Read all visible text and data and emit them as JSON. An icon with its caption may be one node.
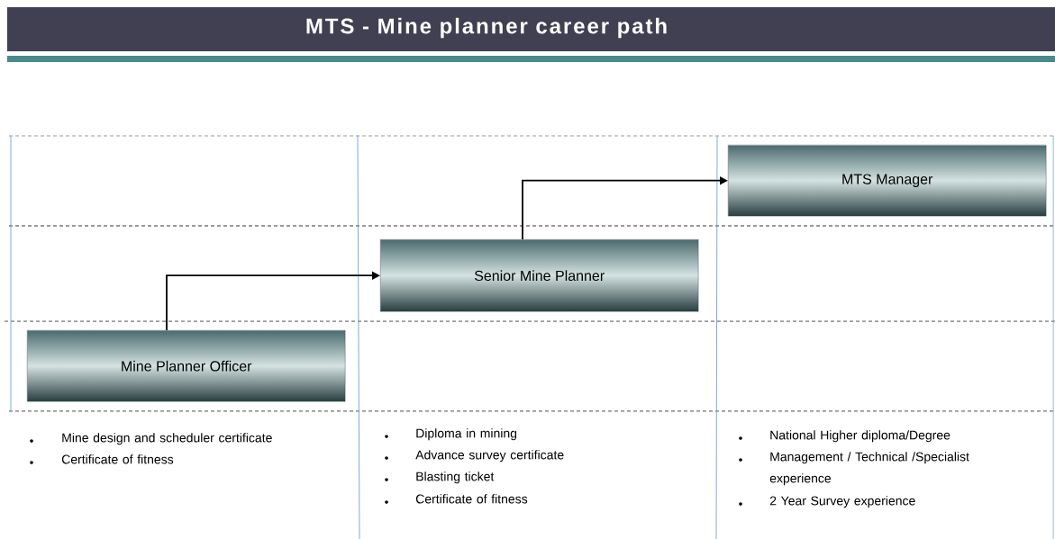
{
  "diagram": {
    "title": "MTS - Mine planner career path",
    "nodes": [
      {
        "text": [
          "MTS Manager"
        ]
      },
      {
        "text": [
          "Senior Mine Planner"
        ]
      },
      {
        "text": [
          "Mine Planner Officer"
        ]
      }
    ],
    "edges": [
      {
        "from": 2,
        "to": 1,
        "arrow": "to"
      },
      {
        "from": 1,
        "to": 0,
        "arrow": "to"
      }
    ],
    "labels": [
      "Mine design and scheduler certificate",
      "Certificate of fitness",
      "Diploma in mining",
      "Advance survey certificate",
      "Blasting ticket",
      "Certificate of fitness",
      "National Higher diploma/Degree",
      "Management / Technical /Specialist experience",
      "2 Year Survey experience"
    ]
  }
}
